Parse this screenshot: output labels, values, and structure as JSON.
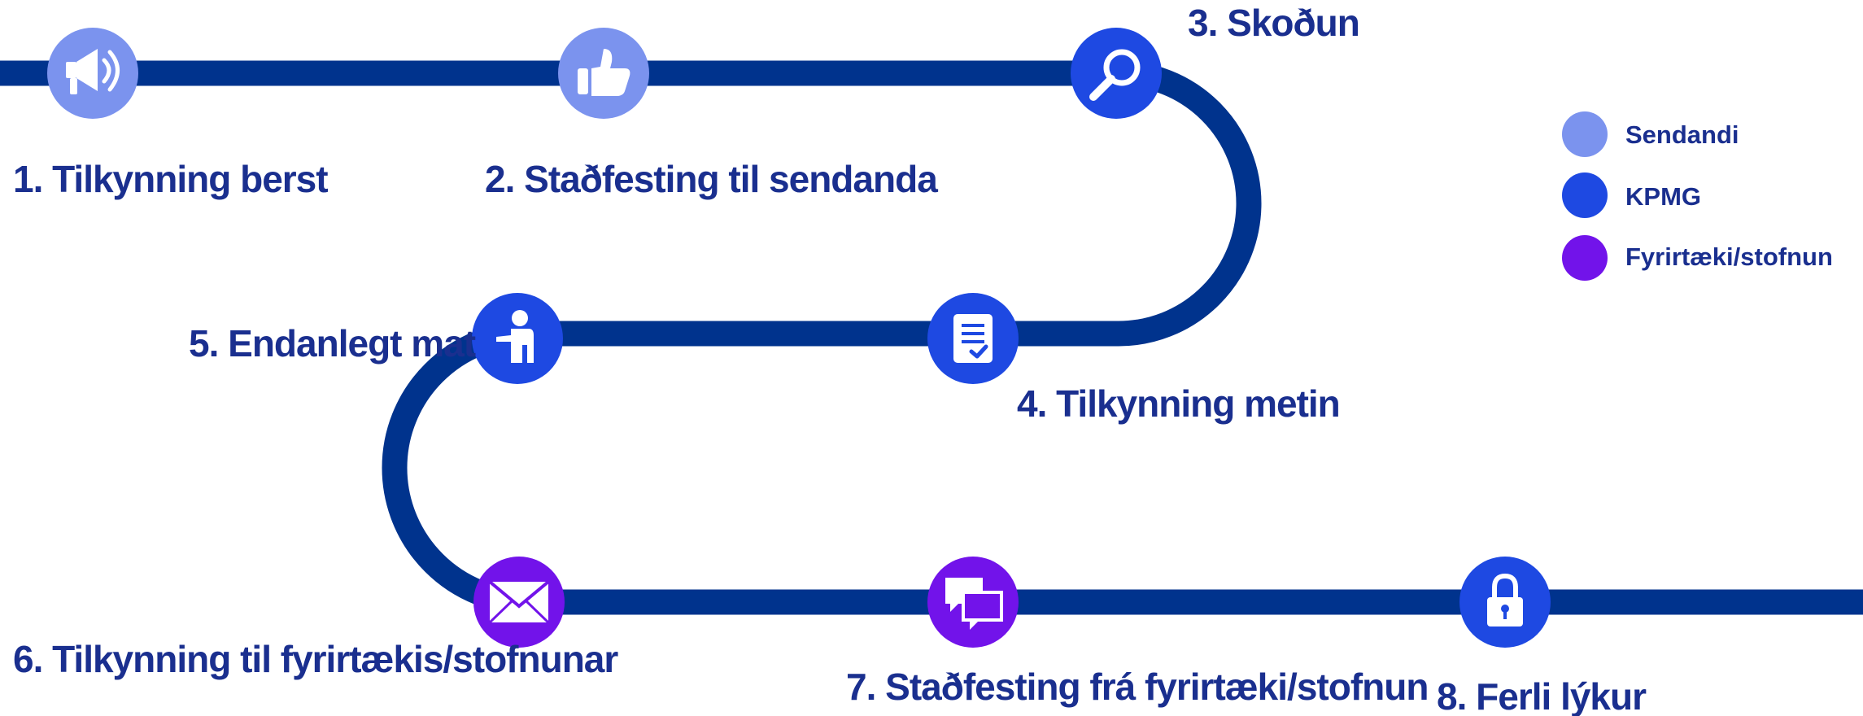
{
  "colors": {
    "track": "#00338d",
    "sendandi": "#7b93ee",
    "kpmg": "#1e49e2",
    "fyrirtaeki": "#7213ea",
    "icon": "#ffffff"
  },
  "steps": [
    {
      "label": "1. Tilkynning berst",
      "icon": "megaphone-icon",
      "role": "sendandi"
    },
    {
      "label": "2. Staðfesting til sendanda",
      "icon": "thumbs-up-icon",
      "role": "sendandi"
    },
    {
      "label": "3. Skoðun",
      "icon": "magnifier-icon",
      "role": "kpmg"
    },
    {
      "label": "4. Tilkynning metin",
      "icon": "checklist-document-icon",
      "role": "kpmg"
    },
    {
      "label": "5. Endanlegt mat",
      "icon": "presenter-person-icon",
      "role": "kpmg"
    },
    {
      "label": "6. Tilkynning til fyrirtækis/stofnunar",
      "icon": "envelope-icon",
      "role": "fyrirtaeki"
    },
    {
      "label": "7. Staðfesting frá fyrirtæki/stofnun",
      "icon": "chat-bubbles-icon",
      "role": "fyrirtaeki"
    },
    {
      "label": "8. Ferli lýkur",
      "icon": "padlock-icon",
      "role": "kpmg"
    }
  ],
  "legend": [
    {
      "label": "Sendandi",
      "role": "sendandi"
    },
    {
      "label": "KPMG",
      "role": "kpmg"
    },
    {
      "label": "Fyrirtæki/stofnun",
      "role": "fyrirtaeki"
    }
  ]
}
